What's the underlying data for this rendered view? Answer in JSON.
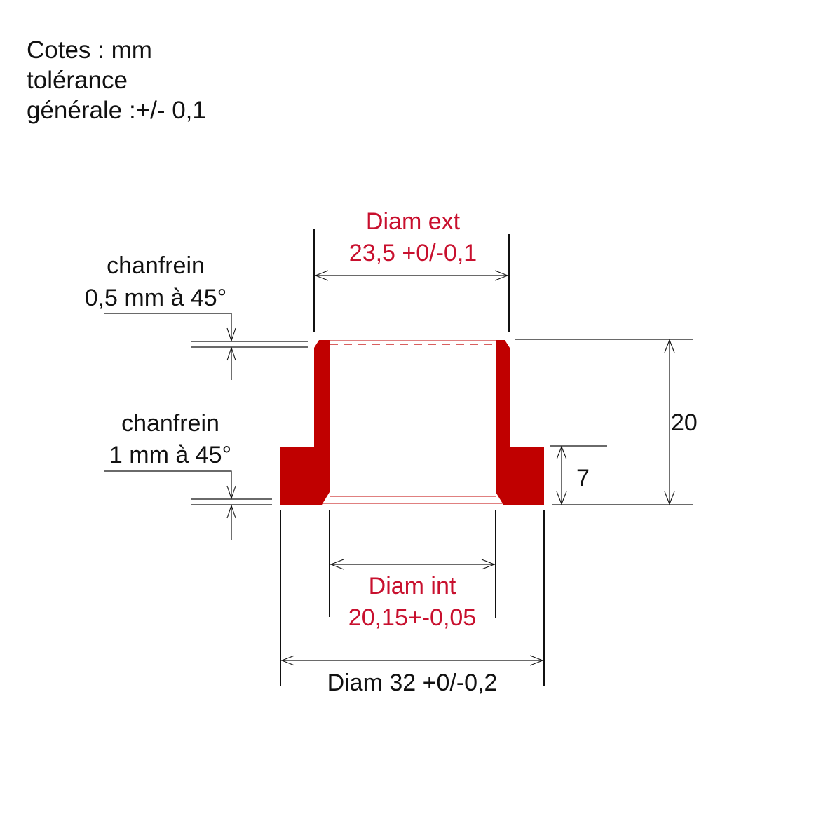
{
  "notes": {
    "line1": "Cotes : mm",
    "line2": "tolérance",
    "line3": "générale :+/- 0,1"
  },
  "labels": {
    "diam_ext_title": "Diam ext",
    "diam_ext_value": "23,5 +0/-0,1",
    "chamfer_top_1": "chanfrein",
    "chamfer_top_2": "0,5 mm à 45°",
    "chamfer_bottom_1": "chanfrein",
    "chamfer_bottom_2": "1 mm à 45°",
    "height_total": "20",
    "flange_height": "7",
    "diam_int_title": "Diam int",
    "diam_int_value": "20,15+-0,05",
    "diam_flange": "Diam 32 +0/-0,2"
  },
  "colors": {
    "part": "#c00000",
    "red_text": "#c8102e",
    "line": "#111111"
  }
}
